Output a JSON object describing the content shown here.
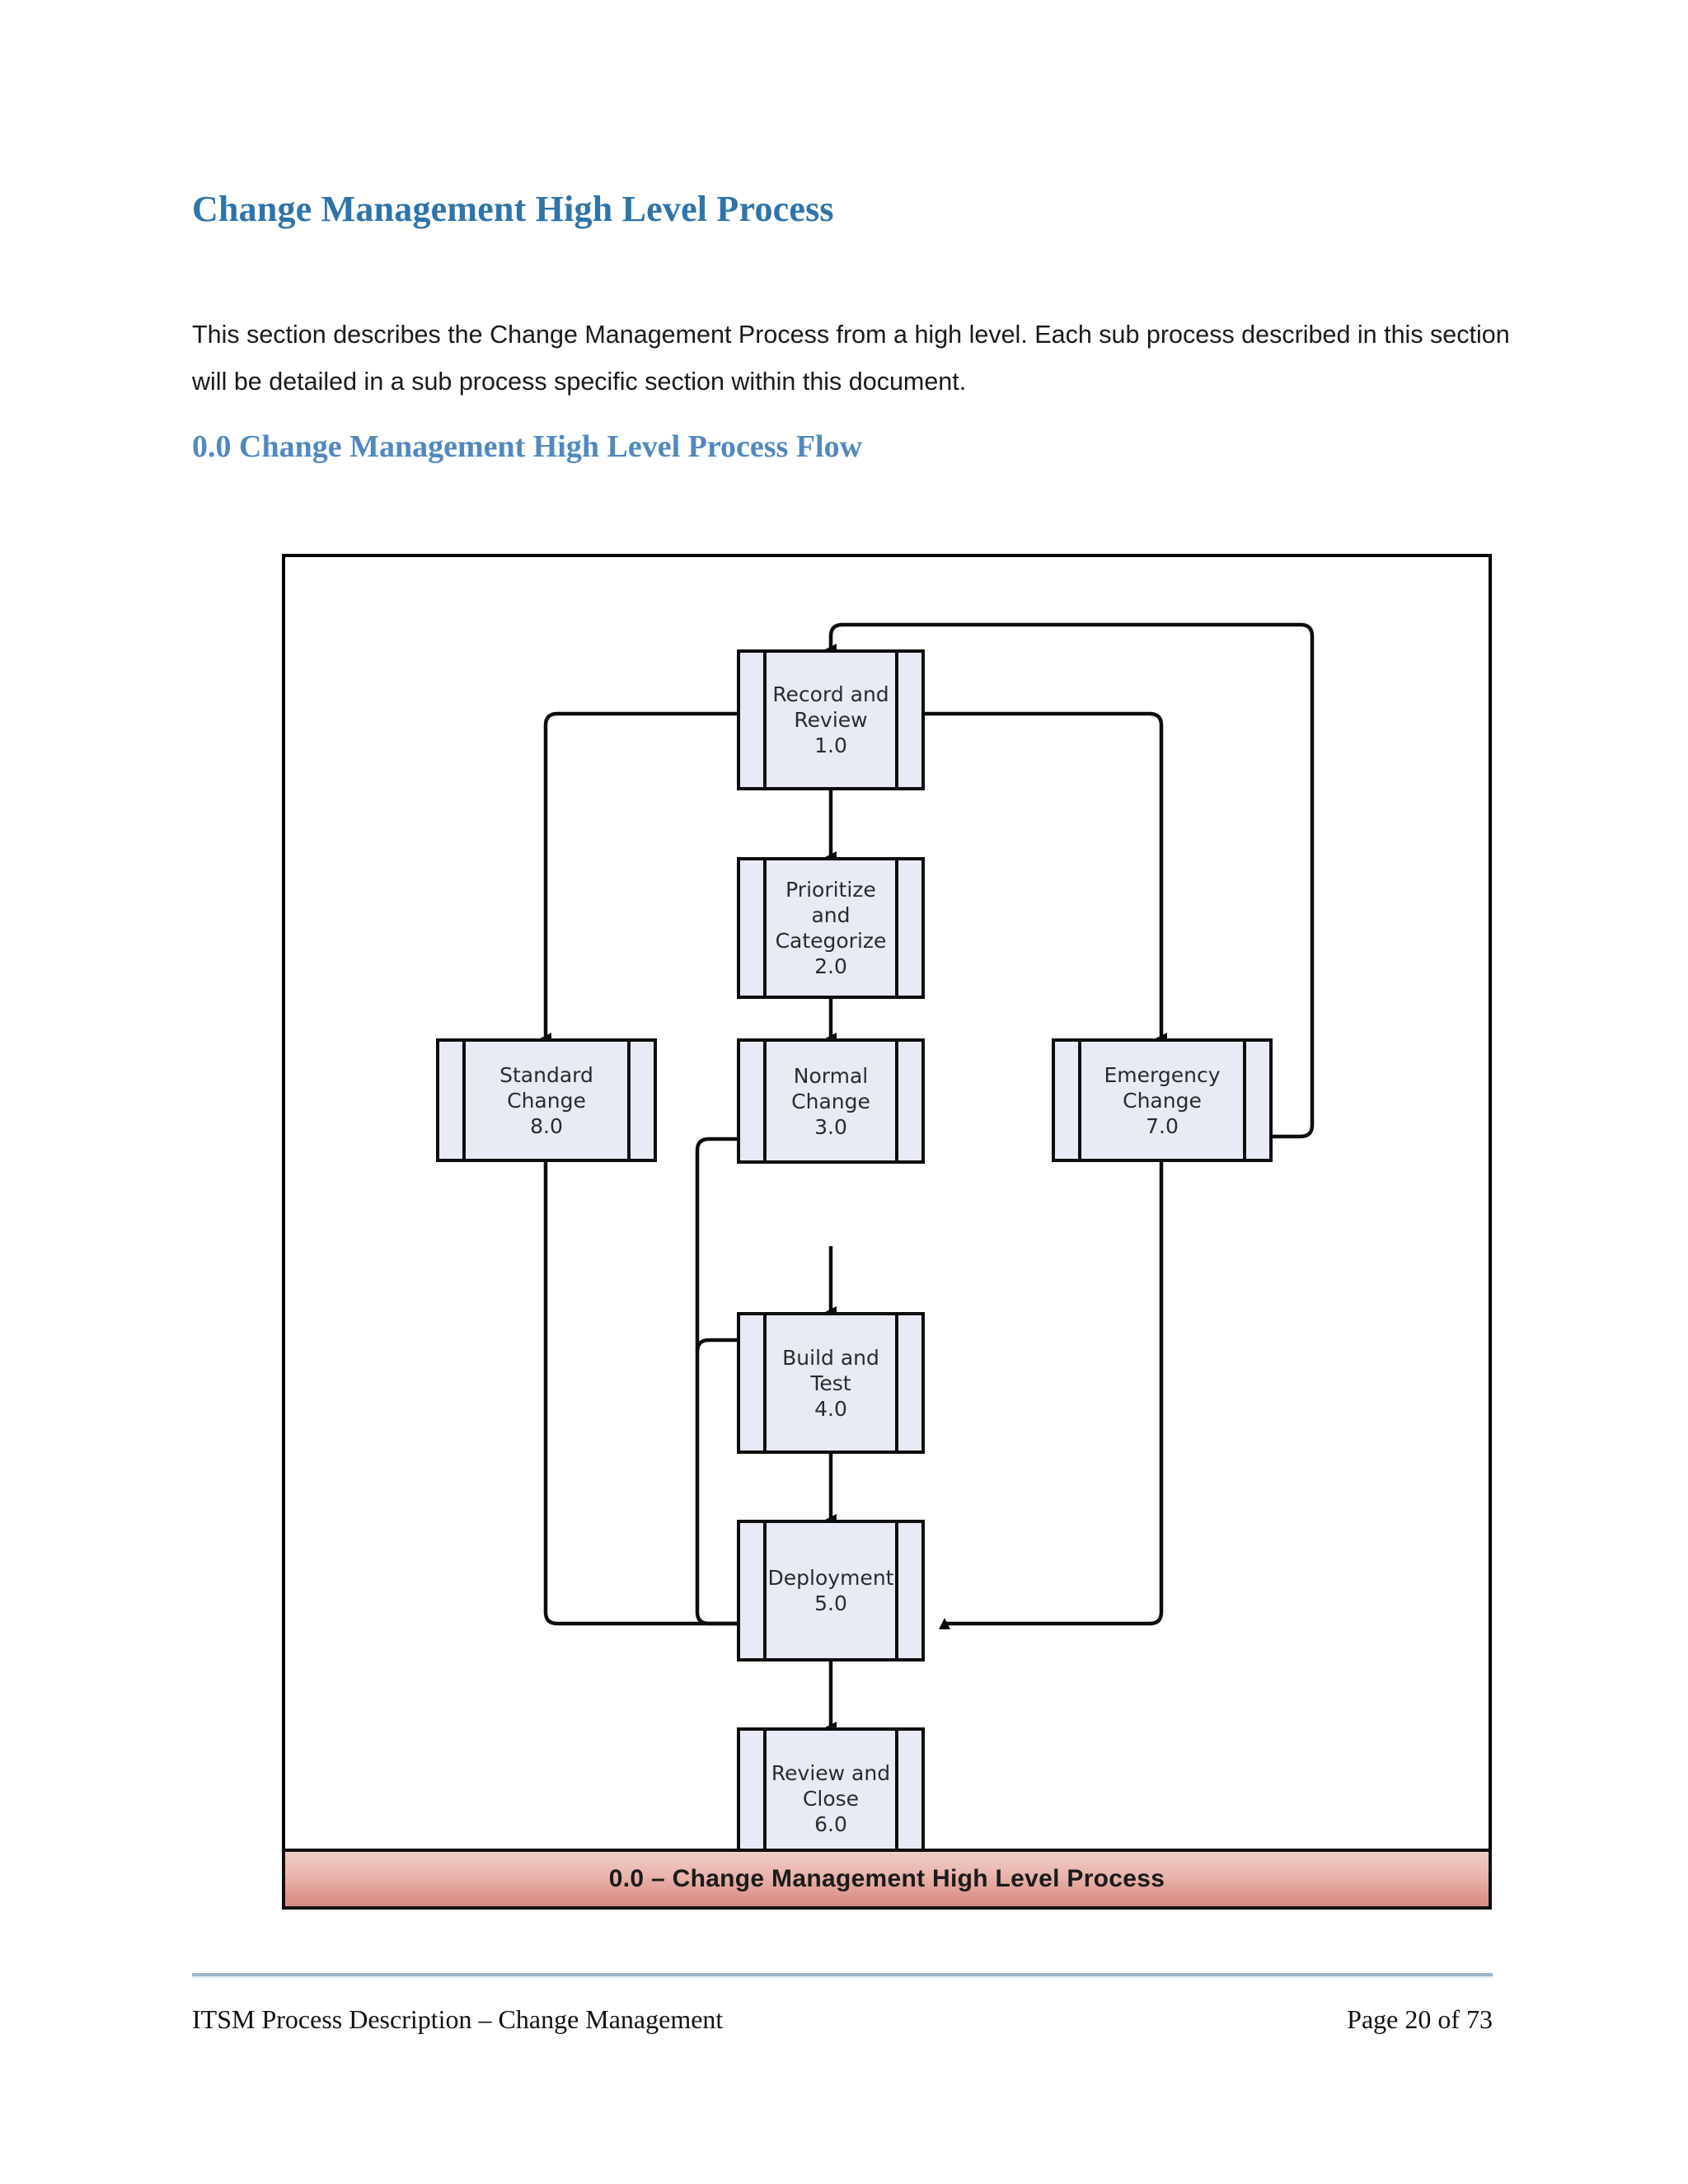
{
  "document": {
    "title": "Change Management High Level Process",
    "intro_paragraph": "This section describes the Change Management Process from a high level.  Each sub process described in this section will be detailed in a sub process specific section within this document.",
    "section_heading": "0.0 Change Management High Level Process Flow",
    "title_color": "#2e74ab",
    "heading_color": "#5288bf"
  },
  "diagram": {
    "caption": "0.0 – Change Management High Level Process",
    "node_fill": "#e8ebf6",
    "node_border": "#0d0d0d",
    "banner_gradient_top": "#f0cdc8",
    "banner_gradient_bottom": "#d98d84",
    "nodes": [
      {
        "id": "record-review",
        "name": "Record and Review",
        "step": "1.0",
        "label": "Record and\nReview\n1.0"
      },
      {
        "id": "prioritize",
        "name": "Prioritize and Categorize",
        "step": "2.0",
        "label": "Prioritize and\nCategorize\n2.0"
      },
      {
        "id": "standard-change",
        "name": "Standard Change",
        "step": "8.0",
        "label": "Standard\nChange\n8.0"
      },
      {
        "id": "normal-change",
        "name": "Normal Change",
        "step": "3.0",
        "label": "Normal Change\n3.0"
      },
      {
        "id": "emergency-change",
        "name": "Emergency Change",
        "step": "7.0",
        "label": "Emergency\nChange\n7.0"
      },
      {
        "id": "build-test",
        "name": "Build and Test",
        "step": "4.0",
        "label": "Build and Test\n4.0"
      },
      {
        "id": "deployment",
        "name": "Deployment",
        "step": "5.0",
        "label": "Deployment\n5.0"
      },
      {
        "id": "review-close",
        "name": "Review and Close",
        "step": "6.0",
        "label": "Review and\nClose\n6.0"
      }
    ],
    "flows": [
      {
        "from": "record-review",
        "to": "prioritize"
      },
      {
        "from": "record-review",
        "to": "standard-change"
      },
      {
        "from": "record-review",
        "to": "emergency-change"
      },
      {
        "from": "prioritize",
        "to": "normal-change"
      },
      {
        "from": "normal-change",
        "to": "build-test"
      },
      {
        "from": "normal-change",
        "to": "review-close"
      },
      {
        "from": "build-test",
        "to": "deployment"
      },
      {
        "from": "build-test",
        "to": "review-close"
      },
      {
        "from": "deployment",
        "to": "review-close"
      },
      {
        "from": "standard-change",
        "to": "review-close"
      },
      {
        "from": "emergency-change",
        "to": "review-close"
      },
      {
        "from": "emergency-change",
        "to": "record-review"
      }
    ]
  },
  "footer": {
    "left": "ITSM Process Description – Change Management",
    "right": "Page 20  of 73"
  }
}
